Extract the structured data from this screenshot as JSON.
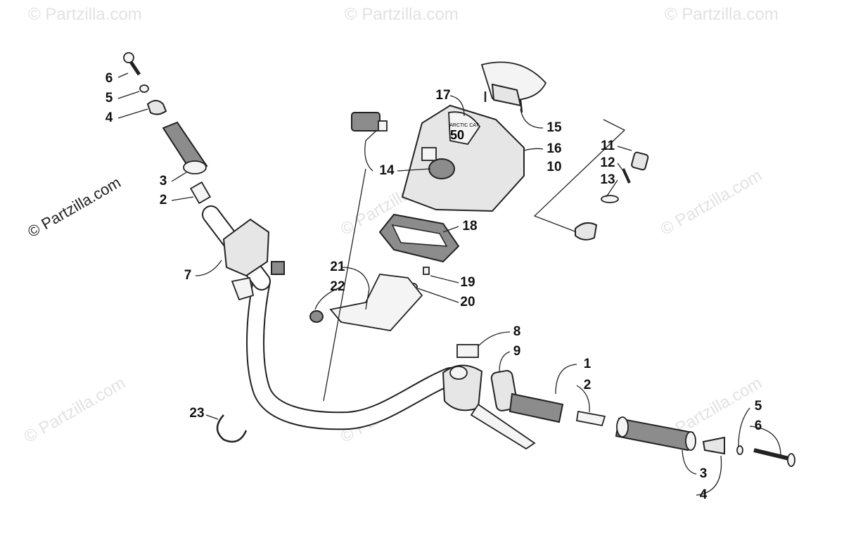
{
  "watermarks": {
    "main": "© Partzilla.com",
    "faint": "© Partzilla.com"
  },
  "callouts": {
    "c1": "1",
    "c2_left": "2",
    "c2_right": "2",
    "c3_left": "3",
    "c3_right": "3",
    "c4_left": "4",
    "c4_right": "4",
    "c5_left": "5",
    "c5_right": "5",
    "c6_left": "6",
    "c6_right": "6",
    "c7": "7",
    "c8": "8",
    "c9": "9",
    "c10": "10",
    "c11": "11",
    "c12": "12",
    "c13": "13",
    "c14": "14",
    "c15": "15",
    "c16": "16",
    "c17": "17",
    "c18": "18",
    "c19": "19",
    "c20": "20",
    "c21": "21",
    "c22": "22",
    "c23": "23"
  },
  "decal": {
    "brand": "ARCTIC CAT",
    "number": "50"
  },
  "colors": {
    "line": "#222222",
    "part_fill": "#e6e6e6",
    "dark_fill": "#8c8c8c",
    "watermark": "#e2e2e2"
  }
}
